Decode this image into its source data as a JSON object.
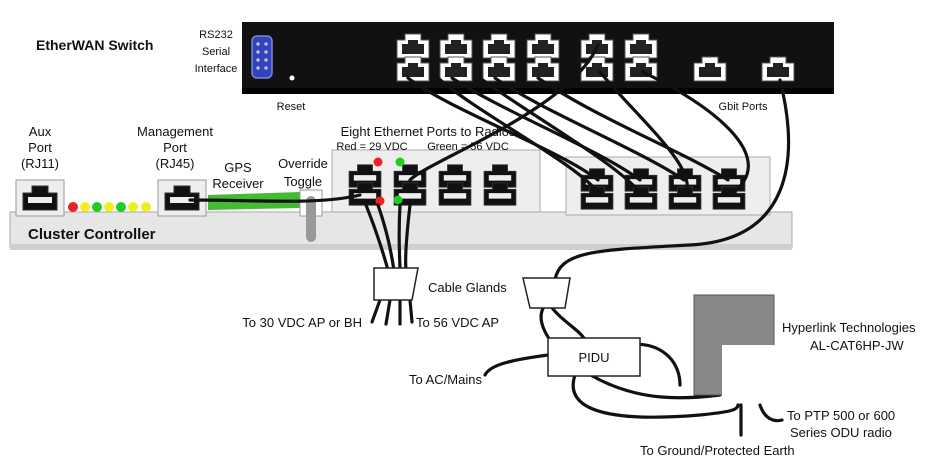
{
  "switch": {
    "title": "EtherWAN Switch",
    "rs232_line1": "RS232",
    "rs232_line2": "Serial",
    "rs232_line3": "Interface",
    "reset": "Reset",
    "gbit_ports": "Gbit Ports"
  },
  "controller": {
    "title": "Cluster Controller",
    "aux_line1": "Aux",
    "aux_line2": "Port",
    "aux_line3": "(RJ11)",
    "mgmt_line1": "Management",
    "mgmt_line2": "Port",
    "mgmt_line3": "(RJ45)",
    "gps_line1": "GPS",
    "gps_line2": "Receiver",
    "override_line1": "Override",
    "override_line2": "Toggle",
    "eight_ports": "Eight Ethernet Ports to Radios",
    "red_voltage": "Red = 29 VDC",
    "green_voltage": "Green = 56 VDC"
  },
  "labels": {
    "cable_glands": "Cable Glands",
    "to_30vdc": "To 30 VDC AP or BH",
    "to_56vdc": "To 56 VDC AP",
    "pidu": "PIDU",
    "to_ac_mains": "To AC/Mains",
    "hyperlink_line1": "Hyperlink Technologies",
    "hyperlink_line2": "AL-CAT6HP-JW",
    "to_ptp_line1": "To PTP 500 or 600",
    "to_ptp_line2": "Series ODU radio",
    "to_ground": "To Ground/Protected Earth"
  },
  "colors": {
    "switch_body": "#111111",
    "controller_body": "#e6e6e6",
    "port_panel": "#eeeeee",
    "gps_green": "#44bb33",
    "led_red": "#ee2222",
    "led_green": "#22cc22",
    "led_yellow": "#eeee22",
    "cable": "#111111",
    "rs232_blue": "#3344bb"
  }
}
